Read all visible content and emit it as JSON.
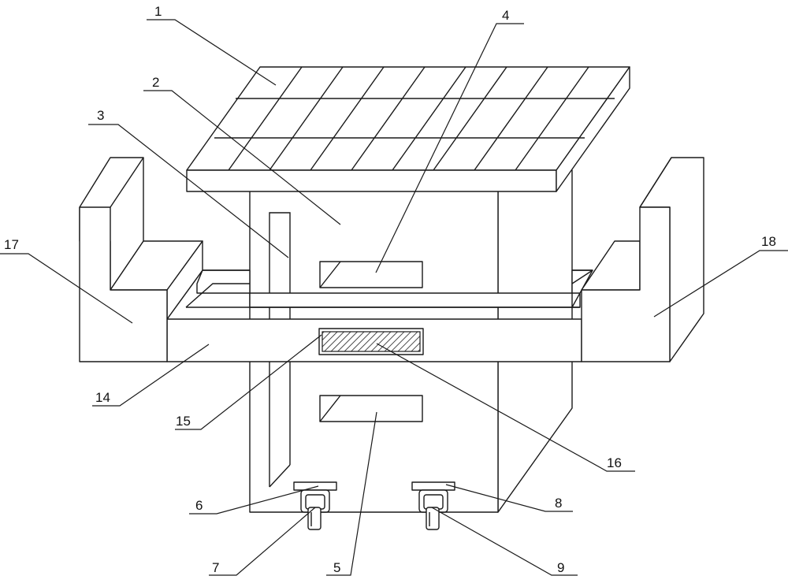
{
  "diagram": {
    "labels": [
      {
        "id": "1",
        "text": "1"
      },
      {
        "id": "2",
        "text": "2"
      },
      {
        "id": "3",
        "text": "3"
      },
      {
        "id": "4",
        "text": "4"
      },
      {
        "id": "5",
        "text": "5"
      },
      {
        "id": "6",
        "text": "6"
      },
      {
        "id": "7",
        "text": "7"
      },
      {
        "id": "8",
        "text": "8"
      },
      {
        "id": "9",
        "text": "9"
      },
      {
        "id": "14",
        "text": "14"
      },
      {
        "id": "15",
        "text": "15"
      },
      {
        "id": "16",
        "text": "16"
      },
      {
        "id": "17",
        "text": "17"
      },
      {
        "id": "18",
        "text": "18"
      }
    ]
  }
}
